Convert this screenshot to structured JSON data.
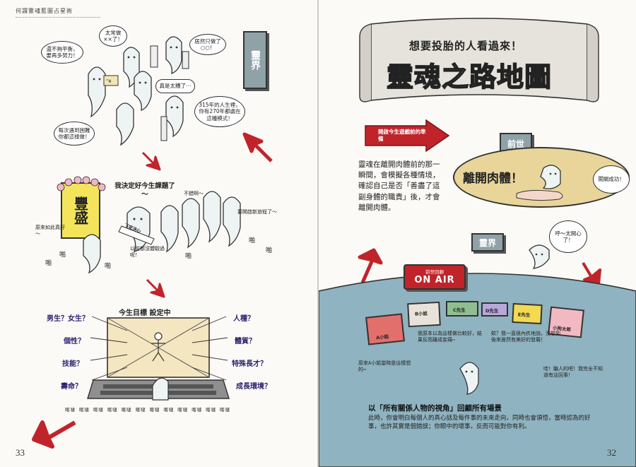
{
  "left_page": {
    "running_head": "何謂靈魂藍圖占星術",
    "page_number": "33",
    "sign_spirit": "靈界",
    "bubbles": {
      "not_balanced": "還不夠平衡，要再多努力！",
      "too_good": "太常做××了！",
      "actually_did": "居然只做了○○！",
      "so_great": "真是太糟了⋯",
      "life_315": "315年的人生裡，你有270年都處在這種模式！",
      "every_time": "每次遇到困難你都這樣做！"
    },
    "decided": "我決定好今生課題了～",
    "banner": "豐盛",
    "sash": "下定決心",
    "never_experienced": "以前都沒體驗過呢！",
    "not_bad": "不錯啊～",
    "new_journey": "要開啟新旅程了～",
    "so_excited": "原來如此真好～",
    "clap1": "啪",
    "clap2": "啪",
    "clap3": "啪",
    "clap4": "啪",
    "clap5": "啪",
    "clap6": "啪",
    "goal_title": "今生目標 設定中",
    "goals_left": [
      "男生？女生？",
      "個性？",
      "技能？",
      "壽命？"
    ],
    "goals_right": [
      "人種？",
      "體質？",
      "特殊長才？",
      "成長環境？"
    ],
    "typing": "喀噠 喀噠 喀噠 喀噠 喀噠 喀噠 喀噠 喀噠 喀噠 喀噠 喀噠 喀噠"
  },
  "right_page": {
    "page_number": "32",
    "title_small": "想要投胎的人看過來！",
    "title_big_a": "靈魂之路",
    "title_big_b": "地圖",
    "arrow_label": "開啟今生遊戲前的準備",
    "intro_text": "靈魂在離開肉體前的那一瞬間，會模擬各種情境，確認自己是否「善盡了這副身體的職責」後，才會離開肉體。",
    "past_life": "前世",
    "leaving_body": "離開肉體！",
    "escape_success": "闖關成功！",
    "phew": "呼～太開心了！",
    "spirit_sign": "靈界",
    "onair_small": "前世回顧",
    "onair_big": "ON AIR",
    "tv_labels": [
      "A小姐",
      "B小姐",
      "C先生",
      "D先生",
      "E先生",
      "小狗太郎"
    ],
    "thought_1": "我原本以為這樣做比較好，結果反而離成妄痛⋯",
    "thought_2": "欸？我一直很內疚地說，沒想到後來居然有美好的發展！",
    "thought_3": "原來A小姐當時是這樣想的⋯",
    "thought_4": "哇！騙人的吧！我完全不知道有這回事！",
    "review_heading": "以「所有關係人物的視角」回顧所有場景",
    "review_text": "此時，你會明白每個人的真心話及每件事的未來走向，同時也會領悟，當時認為的好事，也許其實是個錯誤；你眼中的壞事，反而可能對你有利。"
  },
  "colors": {
    "arrow_red": "#c0242a",
    "sign_gray": "#8ea2a8",
    "title_teal": "#5b9eb4",
    "title_red": "#d23b2e",
    "arena_blue": "#8fb3c0",
    "past_life_tan": "#e9d59a",
    "goal_purple": "#2a1f6e"
  }
}
